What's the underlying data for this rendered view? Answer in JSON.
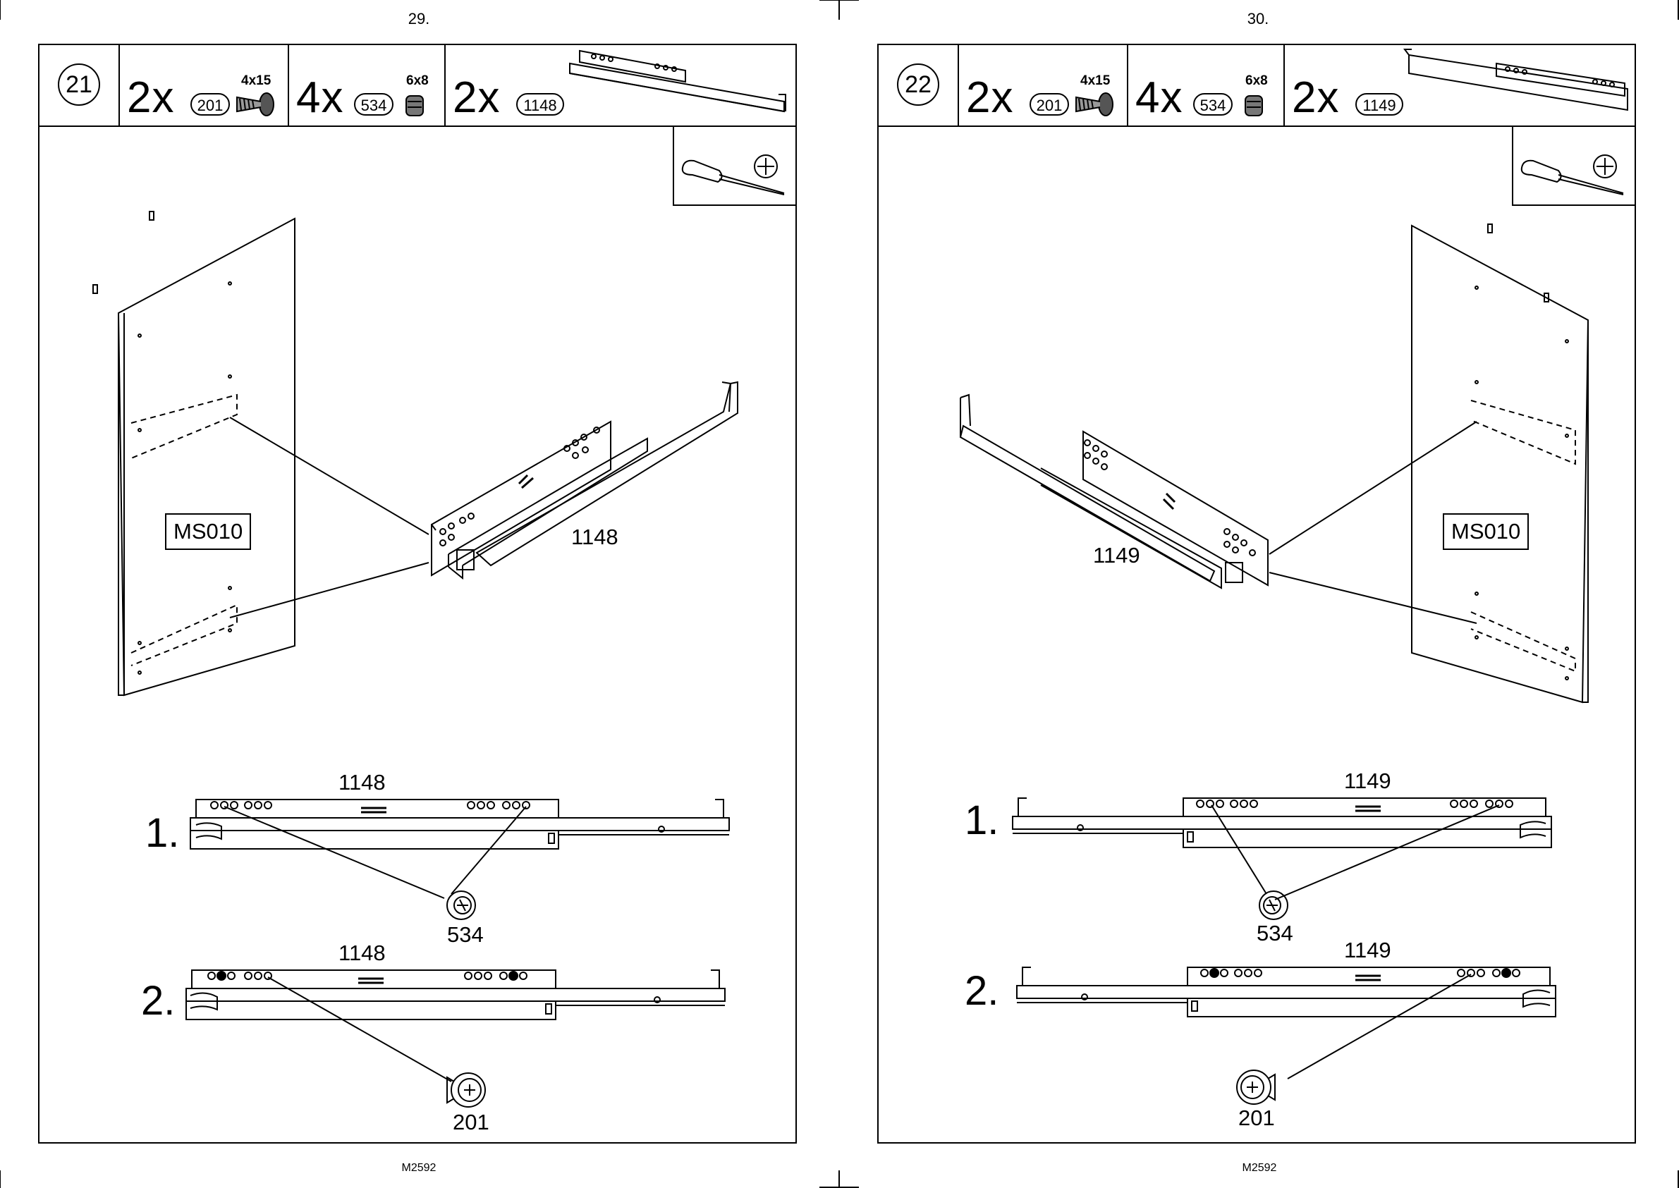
{
  "pages": [
    {
      "page_number": "29.",
      "footer_code": "M2592",
      "step_number": "21",
      "hardware": [
        {
          "qty": "2x",
          "part": "201",
          "size": "4x15",
          "icon": "screw-icon"
        },
        {
          "qty": "4x",
          "part": "534",
          "size": "6x8",
          "icon": "dowel-icon"
        },
        {
          "qty": "2x",
          "part": "1148",
          "icon": "drawer-runner-icon"
        }
      ],
      "tool_icon": "phillips-screwdriver-icon",
      "panel_label": "MS010",
      "runner_label": "1148",
      "substeps": [
        {
          "number": "1.",
          "runner_label": "1148",
          "fastener_label": "534"
        },
        {
          "number": "2.",
          "runner_label": "1148",
          "fastener_label": "201"
        }
      ]
    },
    {
      "page_number": "30.",
      "footer_code": "M2592",
      "step_number": "22",
      "hardware": [
        {
          "qty": "2x",
          "part": "201",
          "size": "4x15",
          "icon": "screw-icon"
        },
        {
          "qty": "4x",
          "part": "534",
          "size": "6x8",
          "icon": "dowel-icon"
        },
        {
          "qty": "2x",
          "part": "1149",
          "icon": "drawer-runner-icon"
        }
      ],
      "tool_icon": "phillips-screwdriver-icon",
      "panel_label": "MS010",
      "runner_label": "1149",
      "substeps": [
        {
          "number": "1.",
          "runner_label": "1149",
          "fastener_label": "534"
        },
        {
          "number": "2.",
          "runner_label": "1149",
          "fastener_label": "201"
        }
      ]
    }
  ]
}
